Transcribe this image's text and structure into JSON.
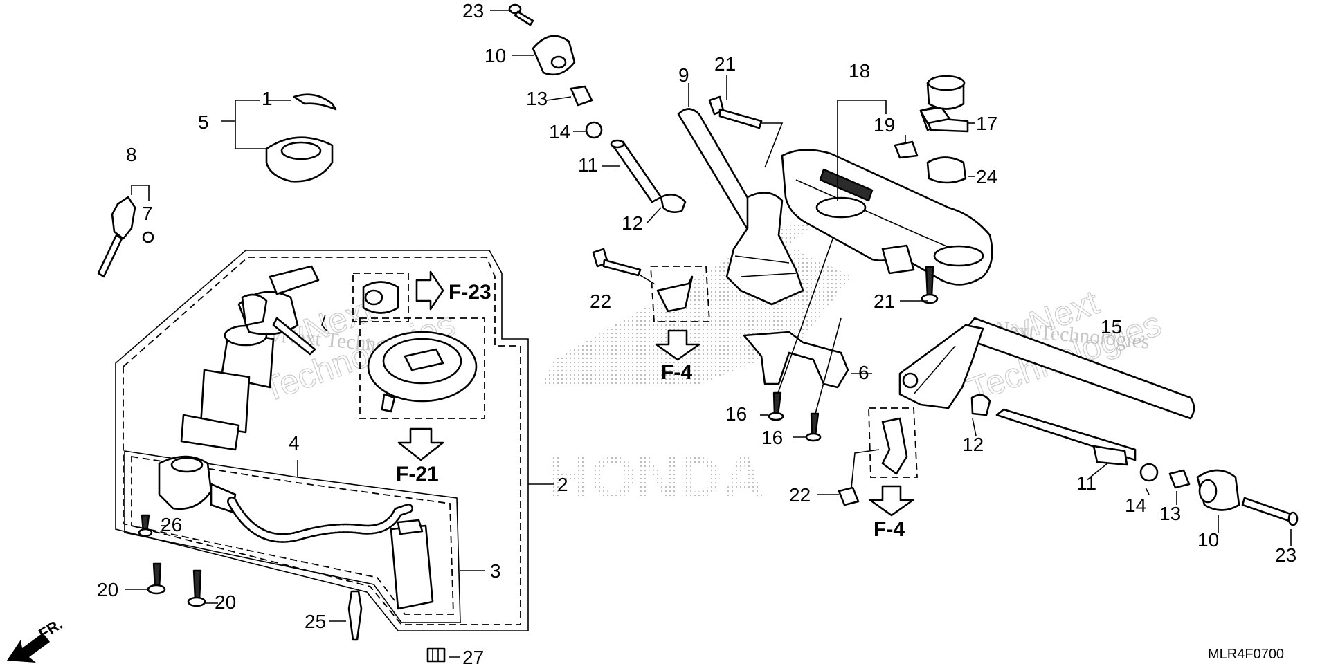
{
  "diagram": {
    "callouts": [
      {
        "id": "c1",
        "text": "1"
      },
      {
        "id": "c2",
        "text": "2"
      },
      {
        "id": "c3",
        "text": "3"
      },
      {
        "id": "c4",
        "text": "4"
      },
      {
        "id": "c5",
        "text": "5"
      },
      {
        "id": "c6",
        "text": "6"
      },
      {
        "id": "c7",
        "text": "7"
      },
      {
        "id": "c8",
        "text": "8"
      },
      {
        "id": "c9",
        "text": "9"
      },
      {
        "id": "c10a",
        "text": "10"
      },
      {
        "id": "c10b",
        "text": "10"
      },
      {
        "id": "c11a",
        "text": "11"
      },
      {
        "id": "c11b",
        "text": "11"
      },
      {
        "id": "c12a",
        "text": "12"
      },
      {
        "id": "c12b",
        "text": "12"
      },
      {
        "id": "c13a",
        "text": "13"
      },
      {
        "id": "c13b",
        "text": "13"
      },
      {
        "id": "c14a",
        "text": "14"
      },
      {
        "id": "c14b",
        "text": "14"
      },
      {
        "id": "c15",
        "text": "15"
      },
      {
        "id": "c16a",
        "text": "16"
      },
      {
        "id": "c16b",
        "text": "16"
      },
      {
        "id": "c17",
        "text": "17"
      },
      {
        "id": "c18",
        "text": "18"
      },
      {
        "id": "c19",
        "text": "19"
      },
      {
        "id": "c20a",
        "text": "20"
      },
      {
        "id": "c20b",
        "text": "20"
      },
      {
        "id": "c21a",
        "text": "21"
      },
      {
        "id": "c21b",
        "text": "21"
      },
      {
        "id": "c22a",
        "text": "22"
      },
      {
        "id": "c22b",
        "text": "22"
      },
      {
        "id": "c23a",
        "text": "23"
      },
      {
        "id": "c23b",
        "text": "23"
      },
      {
        "id": "c24",
        "text": "24"
      },
      {
        "id": "c25",
        "text": "25"
      },
      {
        "id": "c26",
        "text": "26"
      },
      {
        "id": "c27",
        "text": "27"
      }
    ],
    "references": {
      "f23": "F-23",
      "f21": "F-21",
      "f4_left": "F-4",
      "f4_right": "F-4"
    },
    "direction_label": "FR.",
    "diagram_code": "MLR4F0700",
    "brand_logo_text": "HONDA",
    "watermarks": [
      {
        "line1": "vNext",
        "line2": "Technologies"
      },
      {
        "line1": "vNext Technologies",
        "line2": ""
      },
      {
        "line1": "vNext",
        "line2": "Technologies"
      },
      {
        "line1": "vNext Technologies",
        "line2": ""
      }
    ]
  }
}
